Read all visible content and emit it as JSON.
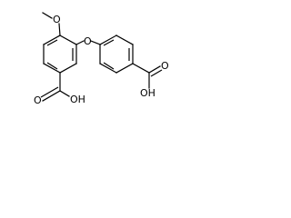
{
  "molecule": {
    "atoms": [
      {
        "label": "O"
      },
      {
        "label": "O"
      },
      {
        "label": "O"
      },
      {
        "label": "OH"
      },
      {
        "label": "O"
      },
      {
        "label": "OH"
      }
    ]
  }
}
